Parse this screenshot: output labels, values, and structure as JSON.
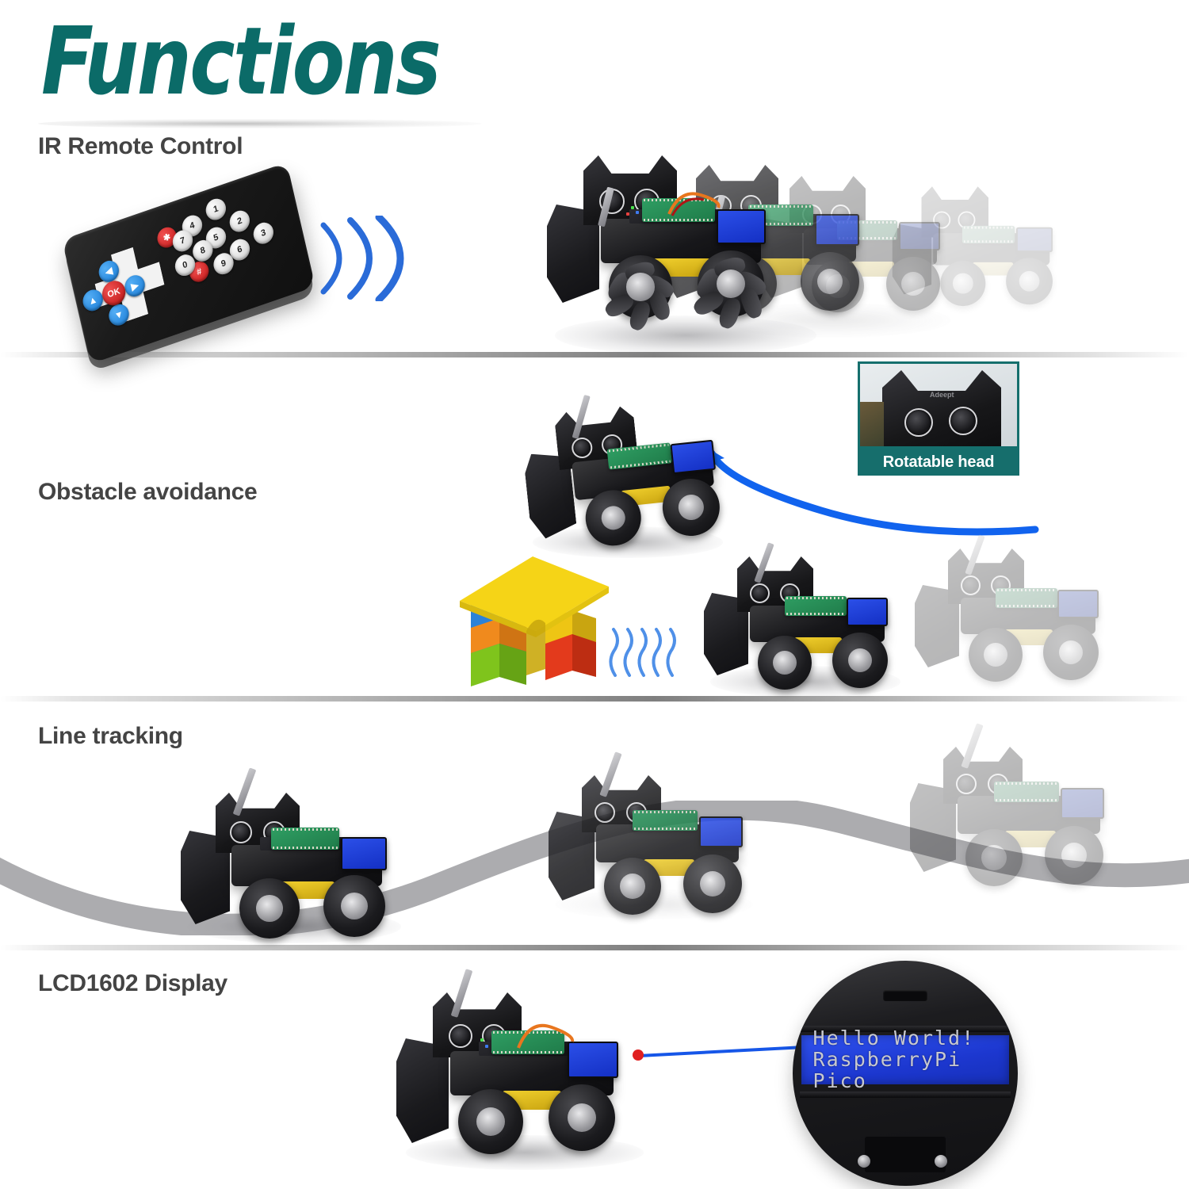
{
  "header": {
    "title": "Functions",
    "title_color": "#0b6b68"
  },
  "sections": [
    {
      "id": "ir",
      "label": "IR Remote Control"
    },
    {
      "id": "obs",
      "label": "Obstacle avoidance"
    },
    {
      "id": "line",
      "label": "Line tracking"
    },
    {
      "id": "lcd",
      "label": "LCD1602 Display"
    }
  ],
  "ir_remote": {
    "name": "infrared-remote-control",
    "body_color": "#151515",
    "buttons": {
      "ok": "OK",
      "up": "▲",
      "down": "▼",
      "left": "◀",
      "right": "▶",
      "star": "✱",
      "hash": "#",
      "numbers": [
        "1",
        "2",
        "3",
        "4",
        "5",
        "6",
        "7",
        "8",
        "9",
        "0"
      ]
    },
    "signal_color": "#1f63d6"
  },
  "callout": {
    "label": "Rotatable head",
    "badge_color": "#166e6c",
    "border_color": "#156f6d",
    "logo_text": "Adeept"
  },
  "obstacle": {
    "arrow_color": "#1163ee",
    "block_colors": {
      "roof": "#f5d417",
      "blue": "#2b82d8",
      "orange": "#f08a1d",
      "green": "#7fc41c",
      "yellow": "#eec514",
      "red": "#e33a1c"
    },
    "wave_color": "#4f90e8",
    "wave_count": 5
  },
  "line_tracking": {
    "track_color": "#9d9da1",
    "robot_count": 3
  },
  "lcd_display": {
    "line1": "Hello World!",
    "line2": "RaspberryPi Pico",
    "screen_color": "#1f37cc",
    "text_color": "#c8c9cf",
    "pointer_color": "#1656e8",
    "marker_color": "#e01f1f"
  },
  "robot": {
    "name": "raspberry-pi-pico-mecanum-robot-car",
    "chassis_color": "#17171a",
    "board_color": "#2f9e63",
    "motor_color": "#e5c520",
    "screen_color": "#2b4fe8"
  }
}
